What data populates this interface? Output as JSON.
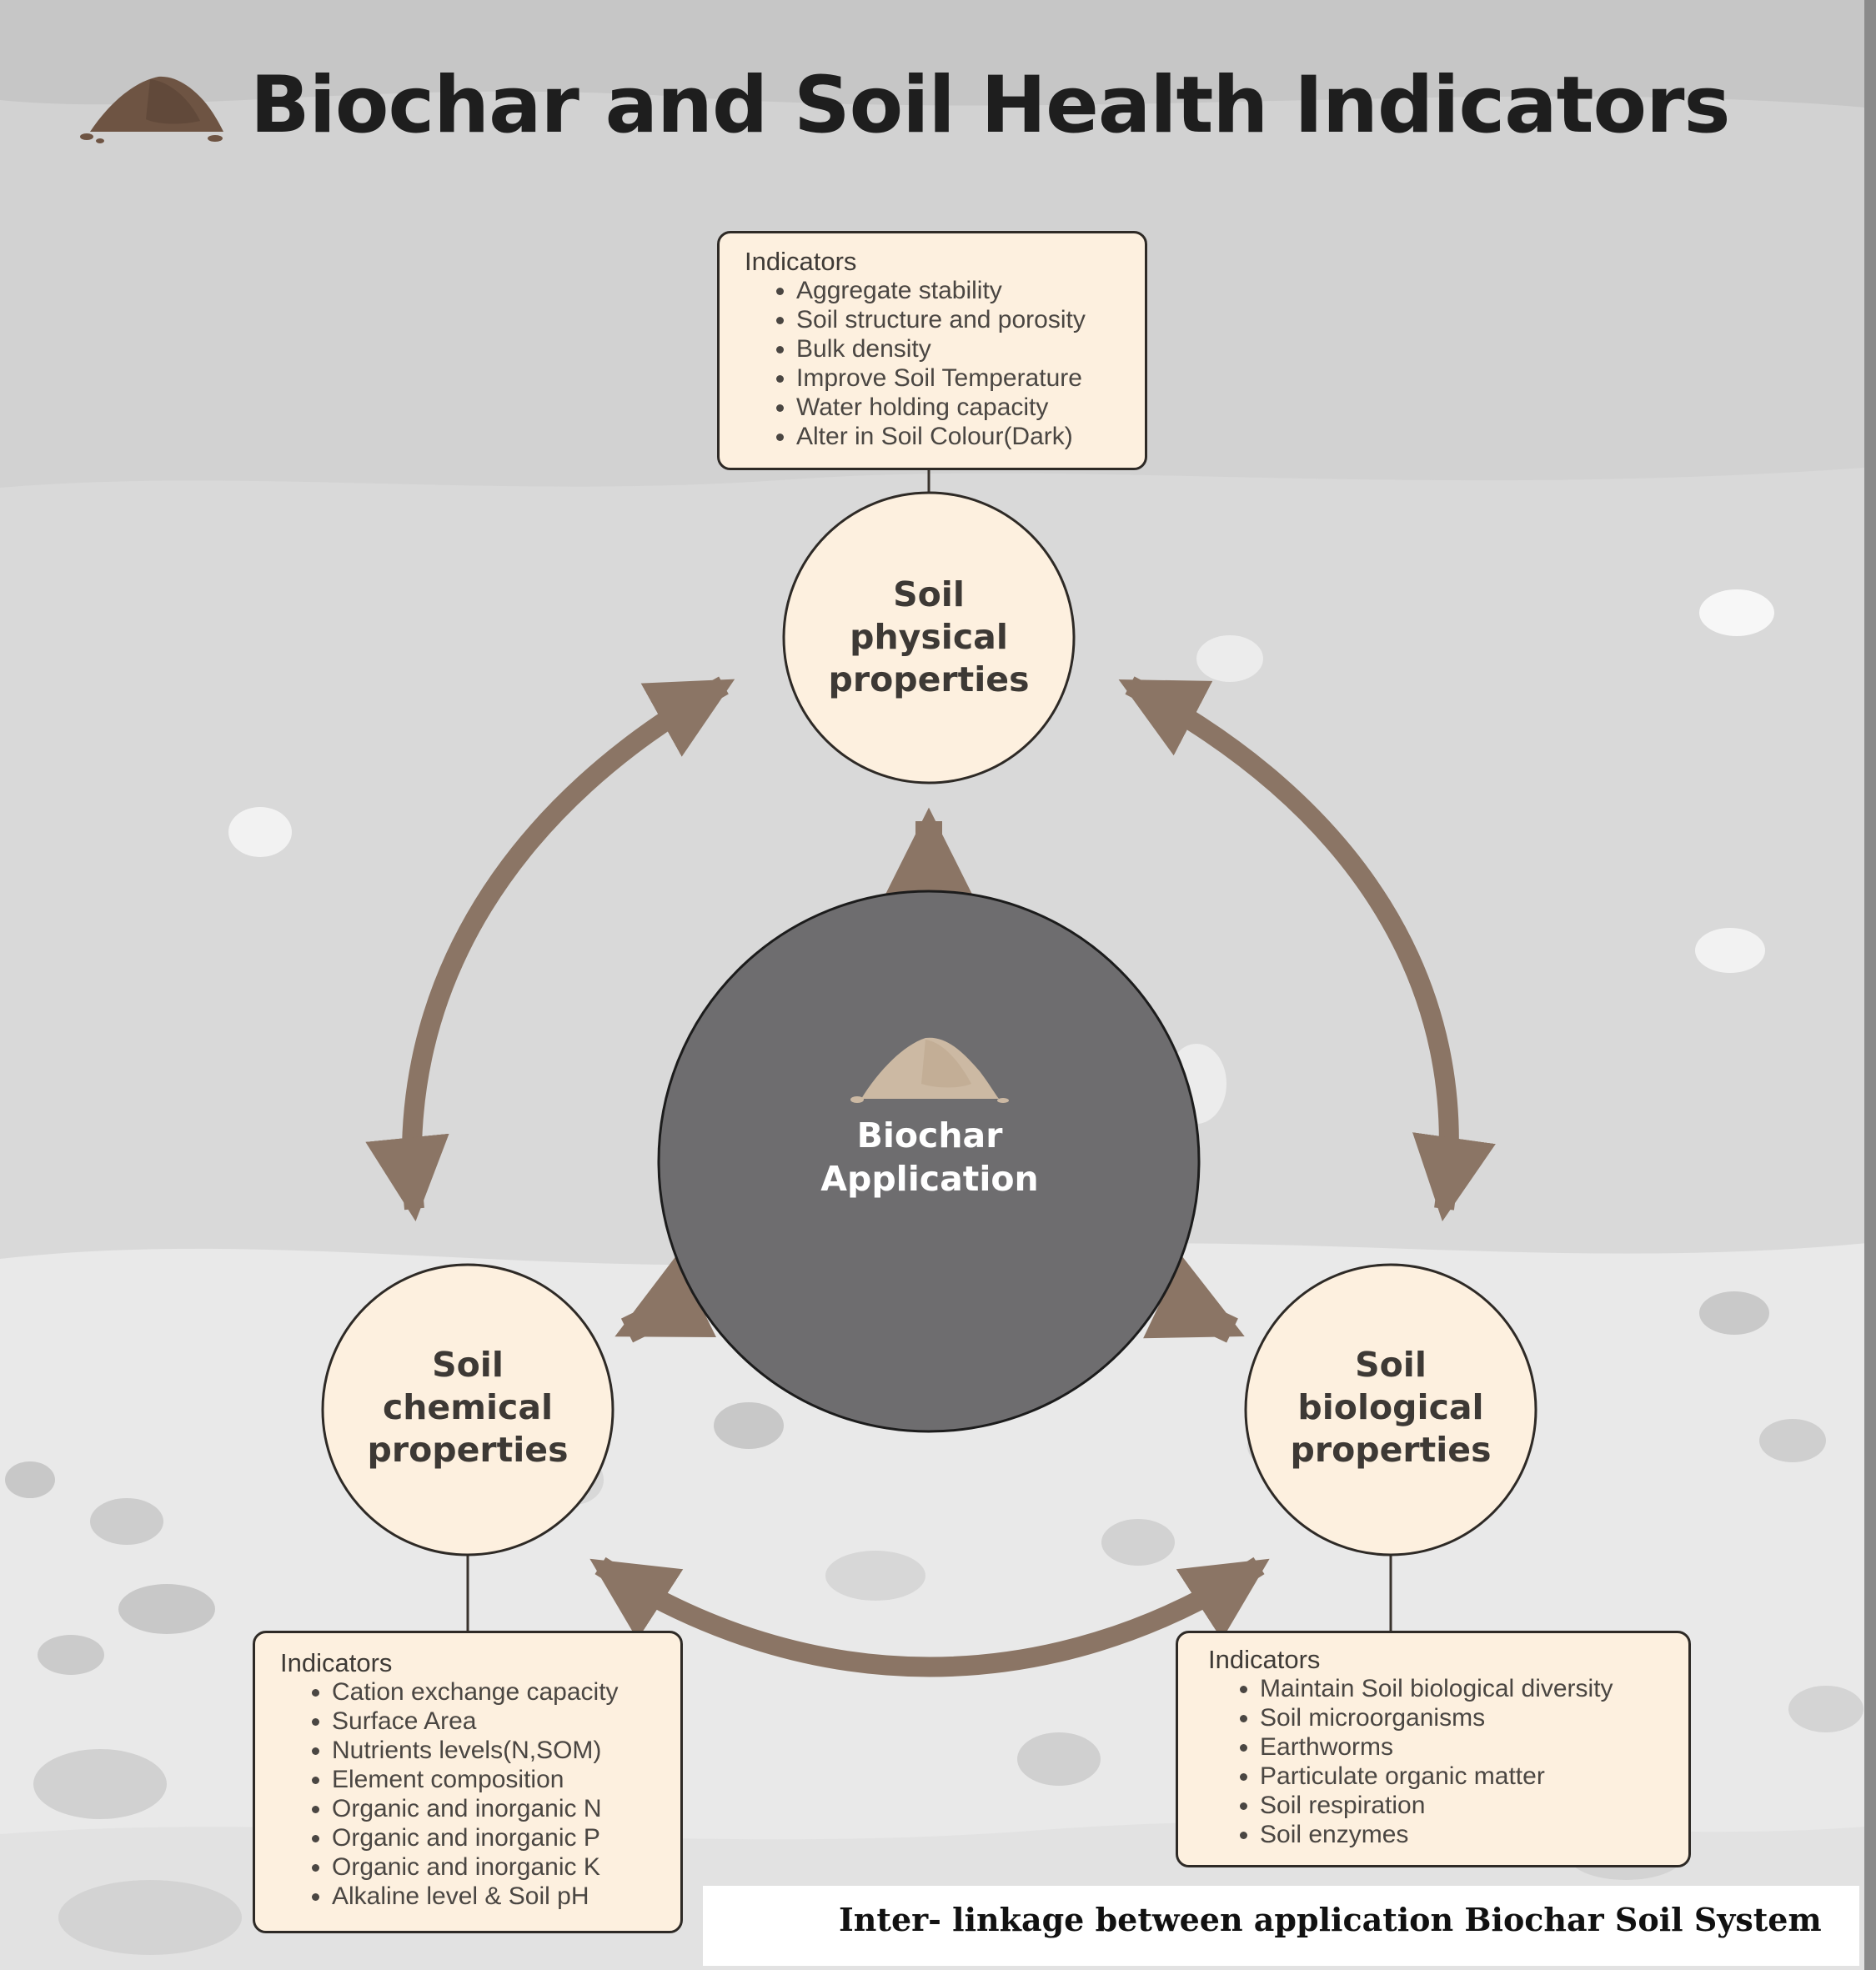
{
  "title": "Biochar and Soil Health Indicators",
  "icons": {
    "title_icon": "soil-pile-icon",
    "center_icon": "biochar-pile-icon"
  },
  "colors": {
    "arrow": "#8b7565",
    "node_fill": "#fdf0df",
    "center_fill": "#6e6d6f",
    "box_fill": "#fdf0df"
  },
  "center": {
    "label_line1": "Biochar",
    "label_line2": "Application"
  },
  "nodes": {
    "physical": {
      "line1": "Soil",
      "line2": "physical",
      "line3": "properties"
    },
    "chemical": {
      "line1": "Soil",
      "line2": "chemical",
      "line3": "properties"
    },
    "biological": {
      "line1": "Soil",
      "line2": "biological",
      "line3": "properties"
    }
  },
  "boxes": {
    "physical": {
      "title": "Indicators",
      "items": [
        "Aggregate stability",
        "Soil structure and porosity",
        "Bulk density",
        "Improve Soil Temperature",
        "Water holding capacity",
        "Alter in Soil Colour(Dark)"
      ]
    },
    "chemical": {
      "title": "Indicators",
      "items": [
        "Cation exchange capacity",
        "Surface Area",
        "Nutrients levels(N,SOM)",
        "Element composition",
        "Organic and inorganic N",
        "Organic and inorganic P",
        "Organic and inorganic K",
        "Alkaline level & Soil pH"
      ]
    },
    "biological": {
      "title": "Indicators",
      "items": [
        "Maintain Soil biological diversity",
        "Soil microorganisms",
        "Earthworms",
        "Particulate organic matter",
        "Soil respiration",
        "Soil enzymes"
      ]
    }
  },
  "caption": "Inter- linkage between application Biochar Soil System"
}
